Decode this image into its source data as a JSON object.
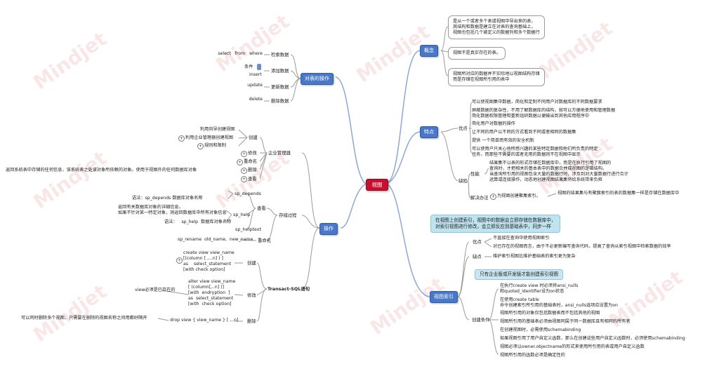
{
  "watermark": "Mindjet",
  "center": "视图",
  "branches": {
    "concept": {
      "label": "概念",
      "items": [
        "是从一个或者多个表或视图中导出来的表，\n其结构和数据是建立在对表的查询基础上，\n视图也包括几个被定义的数据列和多个数据行",
        "视图不是真实存在的表。",
        "视图所对应的数据并不实际地以视图结构存储\n而是存储在视图所引用的表中"
      ]
    },
    "features": {
      "label": "特点",
      "pros_label": "优点",
      "pros": [
        "可以使视图集中数据，简化和定制不同用户对数据库的不同数据要求",
        "屏蔽数据的复杂性，不用了解数据库的结构，就可以方便地使用和管理数据\n简化数据权限管理和重新组织数据以便输出到其他应用程序中",
        "简化用户对数据的操作",
        "让不同的用户以不同的方式看到不同或者相同的数据集",
        "提供 一个简单而有效的安全机制",
        "可以使用户只关心他所感兴趣的某些特定数据和他们所负责的特定\n任务，而那些不需要的或者无用的数据则不在视图中显示"
      ],
      "cons_label": "缺陷",
      "perf_label": "性能",
      "perf": "结果集不以表的形式存储在数据库中，而是在执行引用了视图的\n查询时，才把相关的基本表中的数据合并成视图的逻辑结构。\n当查询所引用的视图包含大量的数据行时，涉及到对大量数据行进行合计\n运算或连接操作，动态地创建视图结果集将给系统带来负担",
      "solution_label": "解决办法",
      "solution": "为视图创建聚集索引。",
      "solution_note": "视图的结果集与有聚簇索引的表的数据集一样是存储在数据库中"
    },
    "index": {
      "label": "视图索引",
      "callout": "在视图上创建索引，视图中的数据会立即存储在数据库中，\n对索引视图进行修改，会立即反应到基础表中，同步一样",
      "pros_label": "优点",
      "pros": [
        "不直接在查询中使用视图索引",
        "对已存在的视图而言，由于不必更新编写查询代码，提高了查询从索引视图中检索数据的效率"
      ],
      "cons_label": "缺点",
      "cons": "维护索引视图比维护基础表的索引更为复杂",
      "cond_label": "创建条件",
      "cond_callout": "只有企业版或开发版才能创建索引视图",
      "conds": [
        "在执行create view 时必须将ansi_nulls\n和quoted_identifier设为on状态",
        "在使用create table\n命令创建索引所引用的基础表时，ansi_nulls选项应设置为on",
        "视图所引用的对象仅包括数据表而不包括其他的视图",
        "视图所引用的基础表必须由视图同属于同一数据库且有相同的所有者",
        "在创建视图时，必需使用schemabinding",
        "如果视图引用了用户自定义函数，那么在创建这些用户自定义函数时，必须使用schemabinding",
        "视图必须以owner.objectname的形式来使用所引用的表或用户自定义函数",
        "视图所引用的函数必须是确定性的"
      ]
    },
    "table_ops": {
      "label": "对表的操作",
      "ops": [
        {
          "label": "检索数据",
          "detail": "select   from   where"
        },
        {
          "label": "添加数据",
          "detail1": "条件",
          "detail2": "insert"
        },
        {
          "label": "更新数据",
          "detail": "update"
        },
        {
          "label": "删除数据",
          "detail": "delete"
        }
      ]
    },
    "operations": {
      "label": "操作",
      "em": {
        "label": "企业管理器",
        "create_label": "创建",
        "create_items": [
          "利用向导创建视图",
          "利用企业管理器创建视图",
          "规则和限制"
        ],
        "others": [
          "修改",
          "重命名",
          "删除",
          "查看"
        ]
      },
      "sp": {
        "label": "存储过程",
        "view_label": "查看",
        "depends": "sp_depends",
        "depends_desc": "返回系统表中存储的任何信息，该系统表之处该对象所依赖的对象。使用于视图外的任何数据库对象",
        "depends_syntax": "语法：sp_depends 数据库对象名称",
        "help": "sp_help",
        "help_desc": "返回有关数据库对象的详细信息。\n如果不针对某一特定对象，则返回数据库中所有对象信息",
        "help_syntax": "语法：   sp_help  数据库对象名称",
        "helptext": "sp_helptext",
        "rename_label": "重命名",
        "rename": "sp_rename  old_name,  new_name"
      },
      "tsql": {
        "label": "Transact-SQL语句",
        "create_label": "创建",
        "create_code": "create view view_name\n[(column [ ,...n] ) ]\nas    select_statement\n[with check option]",
        "modify_label": "修改",
        "modify_note": "view必须是已存在的",
        "modify_code": "alter view view_name\n[ (column[,..n] )]\n[with  endryption  ]\nas  select_statement\n[with  check option]",
        "delete_label": "删除",
        "delete_note": "可以同时删除多个视图，只需要在删除的视图名称之间用都好隔开",
        "delete_code": "drop view { view_name } [ ,..n]"
      }
    }
  }
}
